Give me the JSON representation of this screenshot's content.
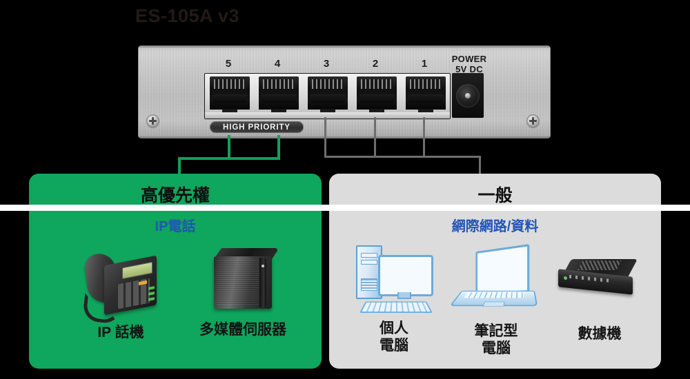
{
  "title": "ES-105A v3",
  "device": {
    "port_numbers": [
      "5",
      "4",
      "3",
      "2",
      "1"
    ],
    "power_label_line1": "POWER",
    "power_label_line2": "5V DC",
    "high_priority_badge": "HIGH PRIORITY"
  },
  "panels": {
    "high_priority": {
      "title": "高優先權",
      "subtitle": "IP電話",
      "color": "#0fa65d",
      "items": [
        {
          "icon": "ip-phone-icon",
          "caption": "IP 話機"
        },
        {
          "icon": "nas-server-icon",
          "caption": "多媒體伺服器"
        }
      ]
    },
    "normal": {
      "title": "一般",
      "subtitle": "網際網路/資料",
      "color": "#dcdcdc",
      "items": [
        {
          "icon": "desktop-pc-icon",
          "caption": "個人\n電腦"
        },
        {
          "icon": "laptop-icon",
          "caption": "筆記型\n電腦"
        },
        {
          "icon": "modem-icon",
          "caption": "數據機"
        }
      ]
    }
  },
  "connections": {
    "high_priority_ports": [
      "5",
      "4"
    ],
    "normal_ports": [
      "3",
      "2",
      "1"
    ],
    "high_priority_line_color": "#12a05a",
    "normal_line_color": "#6e6e6e"
  },
  "colors": {
    "background": "#000000",
    "title_text": "#231a16",
    "subtitle_text": "#2255b5",
    "divider_band": "#ffffff"
  }
}
